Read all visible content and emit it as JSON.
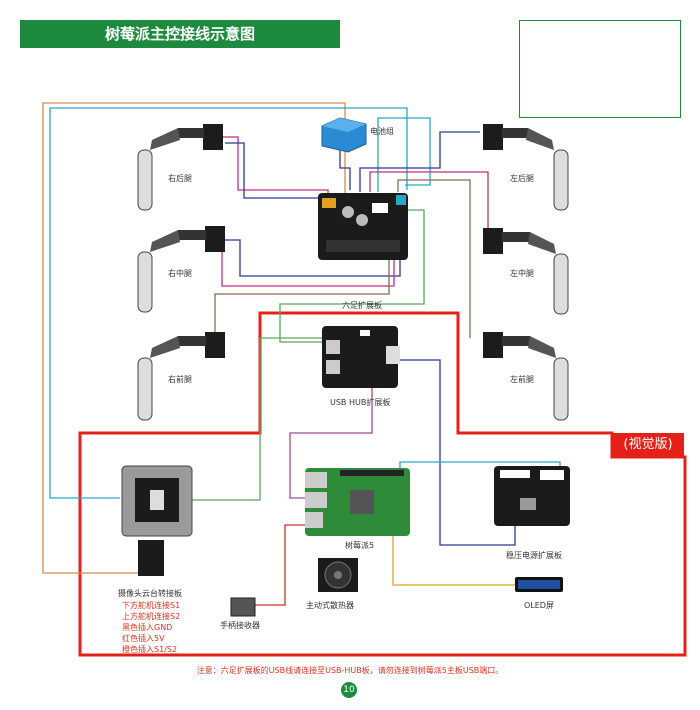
{
  "title": "树莓派主控接线示意图",
  "labels": {
    "battery": "电池组",
    "rear_right_leg": "右后腿",
    "rear_left_leg": "左后腿",
    "mid_right_leg": "右中腿",
    "mid_left_leg": "左中腿",
    "front_right_leg": "右前腿",
    "front_left_leg": "左前腿",
    "hexapod_board": "六足扩展板",
    "usb_hub_board": "USB HUB扩展板",
    "raspberry_pi": "树莓派5",
    "regulator_board": "稳压电源扩展板",
    "oled": "OLED屏",
    "fan": "主动式散热器",
    "handle_receiver": "手柄接收器",
    "camera_board": "摄像头云台转接板"
  },
  "camera_notes": [
    "下方舵机连接S1",
    "上方舵机连接S2",
    "黑色插入GND",
    "红色插入5V",
    "橙色插入S1/S2"
  ],
  "vision_tag": "(视觉版)",
  "footer_note": "注意：六足扩展板的USB线请连接至USB-HUB板，请勿连接到树莓派5主板USB端口。",
  "page_number": "10",
  "colors": {
    "brand_green": "#1e8a3e",
    "frame_red": "#e32119",
    "wire_navy": "#2b3a8f",
    "wire_magenta": "#c0307f",
    "wire_cyan": "#2aa6c9",
    "wire_orange": "#d98a4a",
    "wire_brown": "#8a6a55",
    "wire_green": "#5aa85a",
    "wire_gold": "#e0a020",
    "wire_violet": "#a04aa0",
    "wire_red": "#c8322a"
  }
}
